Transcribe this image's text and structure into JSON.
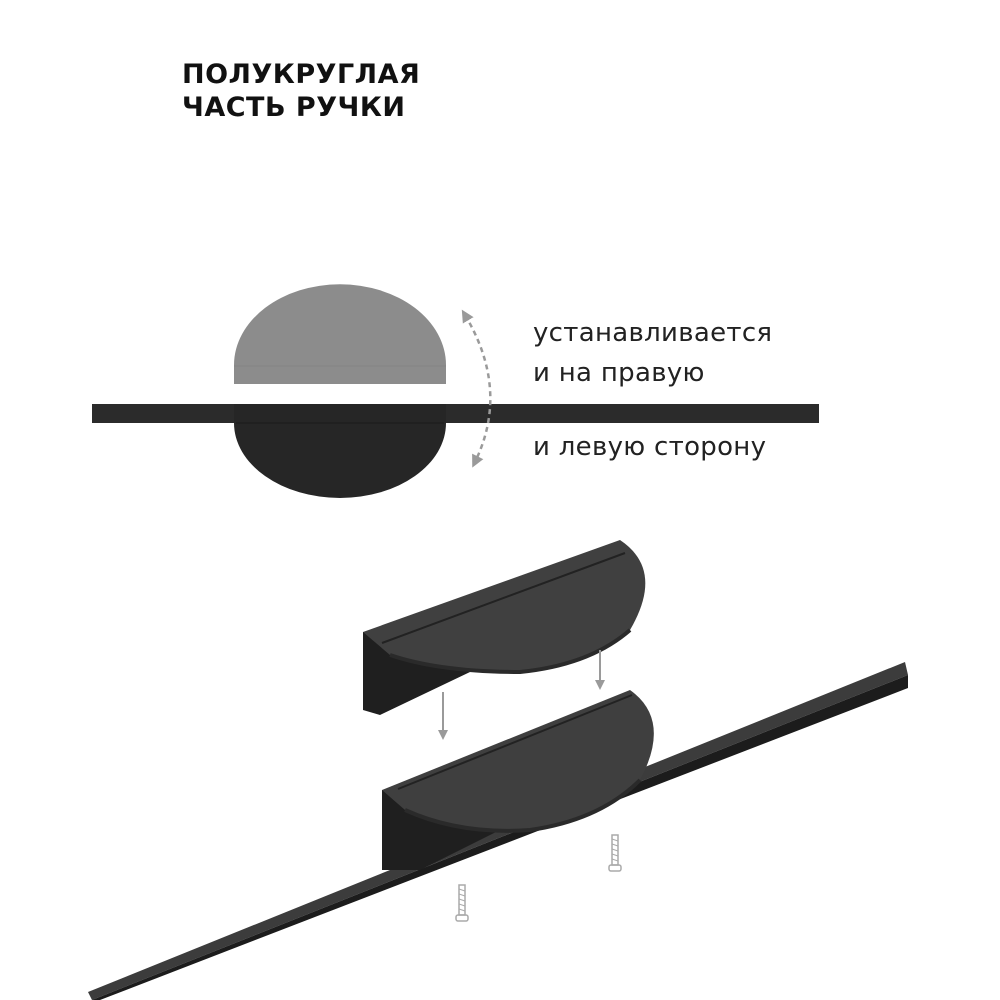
{
  "title": {
    "line1": "ПОЛУКРУГЛАЯ",
    "line2": "ЧАСТЬ РУЧКИ"
  },
  "captions": {
    "line1": "устанавливается",
    "line2": "и на правую",
    "line3": "и левую сторону"
  },
  "icons": {
    "rotate_arrow": "dashed-curved-double-arrow-icon",
    "down_arrow": "down-arrow-icon",
    "screw": "screw-icon"
  },
  "colors": {
    "handle_dark": "#2a2a2a",
    "handle_ghost": "#8a8a8a",
    "arrow_gray": "#9a9a9a",
    "text": "#222222"
  }
}
